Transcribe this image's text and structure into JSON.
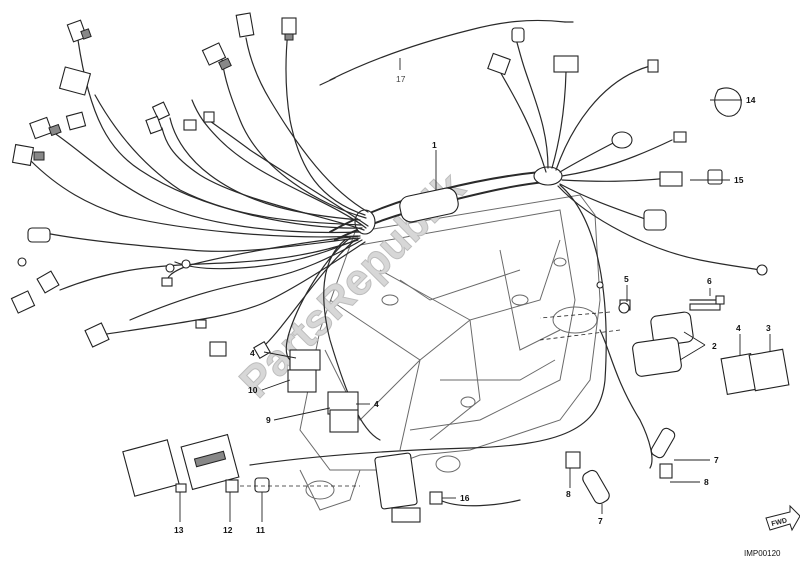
{
  "diagram": {
    "watermark": "PartsRepublik",
    "drawing_code": "IMP00120",
    "fwd_label": "FWD",
    "callouts": {
      "c1": "1",
      "c2": "2",
      "c3": "3",
      "c4a": "4",
      "c4b": "4",
      "c4c": "4",
      "c5": "5",
      "c6": "6",
      "c7a": "7",
      "c7b": "7",
      "c8a": "8",
      "c8b": "8",
      "c9": "9",
      "c10": "10",
      "c11": "11",
      "c12": "12",
      "c13": "13",
      "c14": "14",
      "c15": "15",
      "c16": "16",
      "c17": "17"
    }
  }
}
